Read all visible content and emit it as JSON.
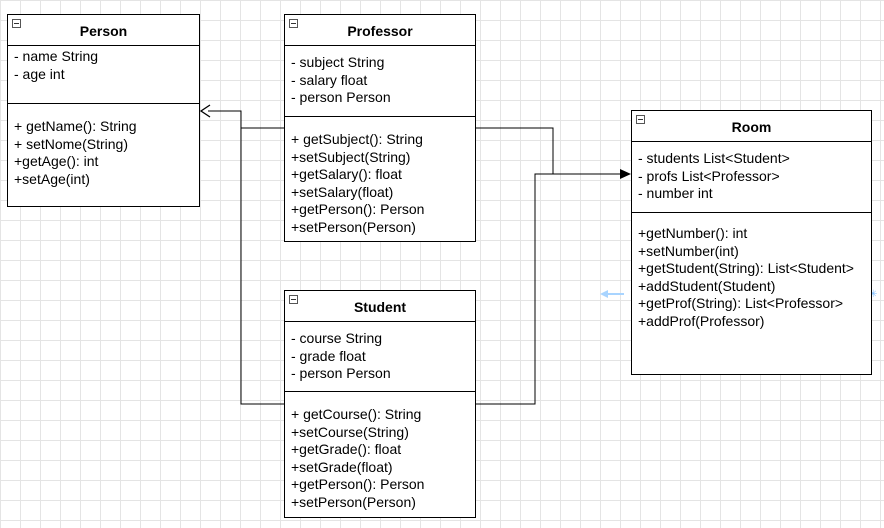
{
  "colors": {
    "line": "#000000",
    "grid": "#e4e4e4",
    "hint_arrow": "#a8d4ff"
  },
  "classes": {
    "person": {
      "name": "Person",
      "attributes": [
        "- name String",
        "- age int"
      ],
      "methods": [
        "+ getName(): String",
        "+ setNome(String)",
        "+getAge(): int",
        "+setAge(int)"
      ]
    },
    "professor": {
      "name": "Professor",
      "attributes": [
        "- subject String",
        "- salary float",
        "- person Person"
      ],
      "methods": [
        "+ getSubject(): String",
        "+setSubject(String)",
        "+getSalary(): float",
        "+setSalary(float)",
        "+getPerson(): Person",
        "+setPerson(Person)"
      ]
    },
    "student": {
      "name": "Student",
      "attributes": [
        "- course String",
        "- grade float",
        "- person Person"
      ],
      "methods": [
        "+ getCourse(): String",
        "+setCourse(String)",
        "+getGrade(): float",
        "+setGrade(float)",
        "+getPerson(): Person",
        "+setPerson(Person)"
      ]
    },
    "room": {
      "name": "Room",
      "attributes": [
        "- students List<Student>",
        "- profs List<Professor>",
        "- number int"
      ],
      "methods": [
        "+getNumber(): int",
        "+setNumber(int)",
        "+getStudent(String): List<Student>",
        "+addStudent(Student)",
        "+getProf(String): List<Professor>",
        "+addProf(Professor)"
      ]
    }
  },
  "connectors": [
    {
      "from": "Professor",
      "to": "Person",
      "arrowhead": "open"
    },
    {
      "from": "Student",
      "to": "Person",
      "arrowhead": "open"
    },
    {
      "from": "Professor",
      "to": "Room",
      "arrowhead": "filled"
    },
    {
      "from": "Student",
      "to": "Room",
      "arrowhead": "filled"
    }
  ],
  "hover_hint_icon": "blue-left-arrow-icon"
}
